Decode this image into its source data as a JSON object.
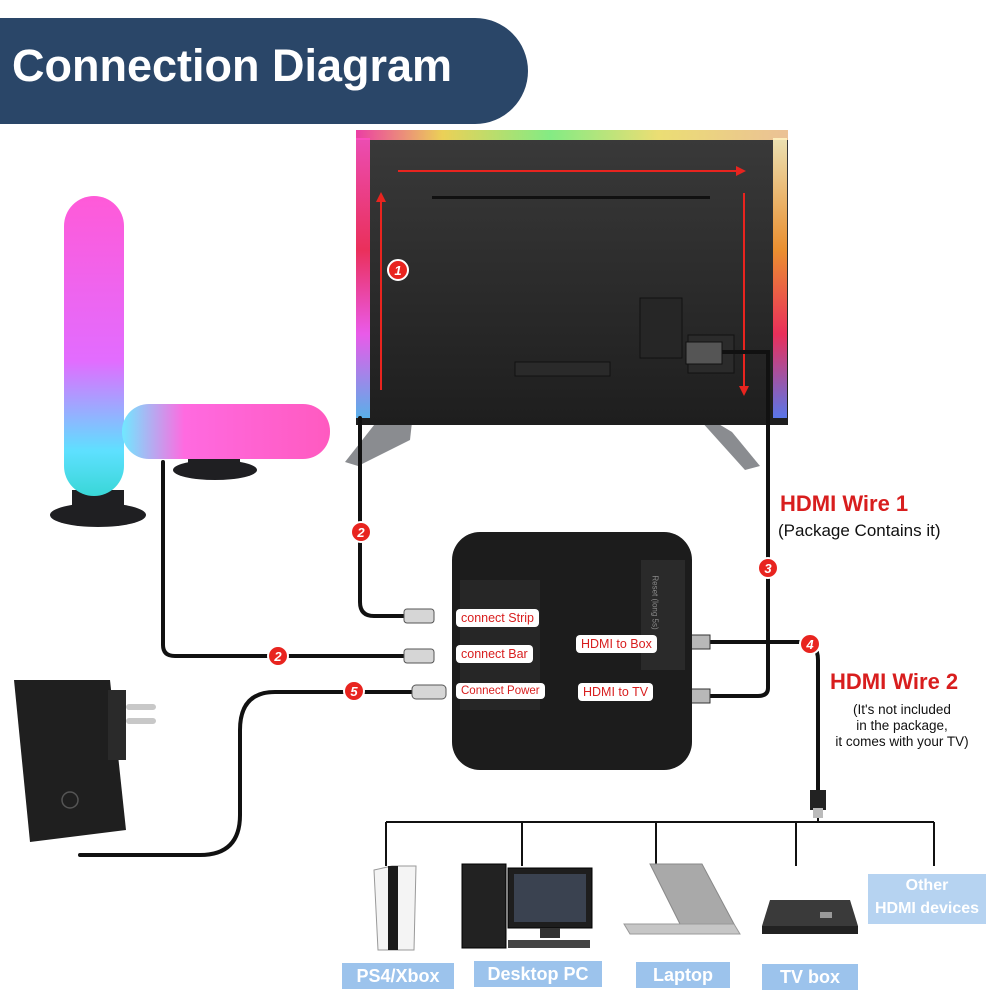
{
  "title": "Connection Diagram",
  "ports": {
    "strip": "connect Strip",
    "bar": "connect Bar",
    "power": "Connect Power",
    "hdmi_box": "HDMI to Box",
    "hdmi_tv": "HDMI to TV"
  },
  "box_side_text": "Reset (long 5s)",
  "hdmi1": {
    "title": "HDMI Wire 1",
    "note": "(Package Contains it)"
  },
  "hdmi2": {
    "title": "HDMI Wire 2",
    "note_lines": [
      "(It's not included",
      "in the package,",
      "it comes with your TV)"
    ]
  },
  "badges": {
    "b1": "1",
    "b2a": "2",
    "b2b": "2",
    "b3": "3",
    "b4": "4",
    "b5": "5"
  },
  "devices": {
    "ps4": "PS4/Xbox",
    "desktop": "Desktop PC",
    "laptop": "Laptop",
    "tvbox": "TV box",
    "other": "Other\nHDMI devices"
  },
  "colors": {
    "banner": "#2a4668",
    "accent_red": "#d81e1e",
    "device_label": "#9cc3ec"
  }
}
